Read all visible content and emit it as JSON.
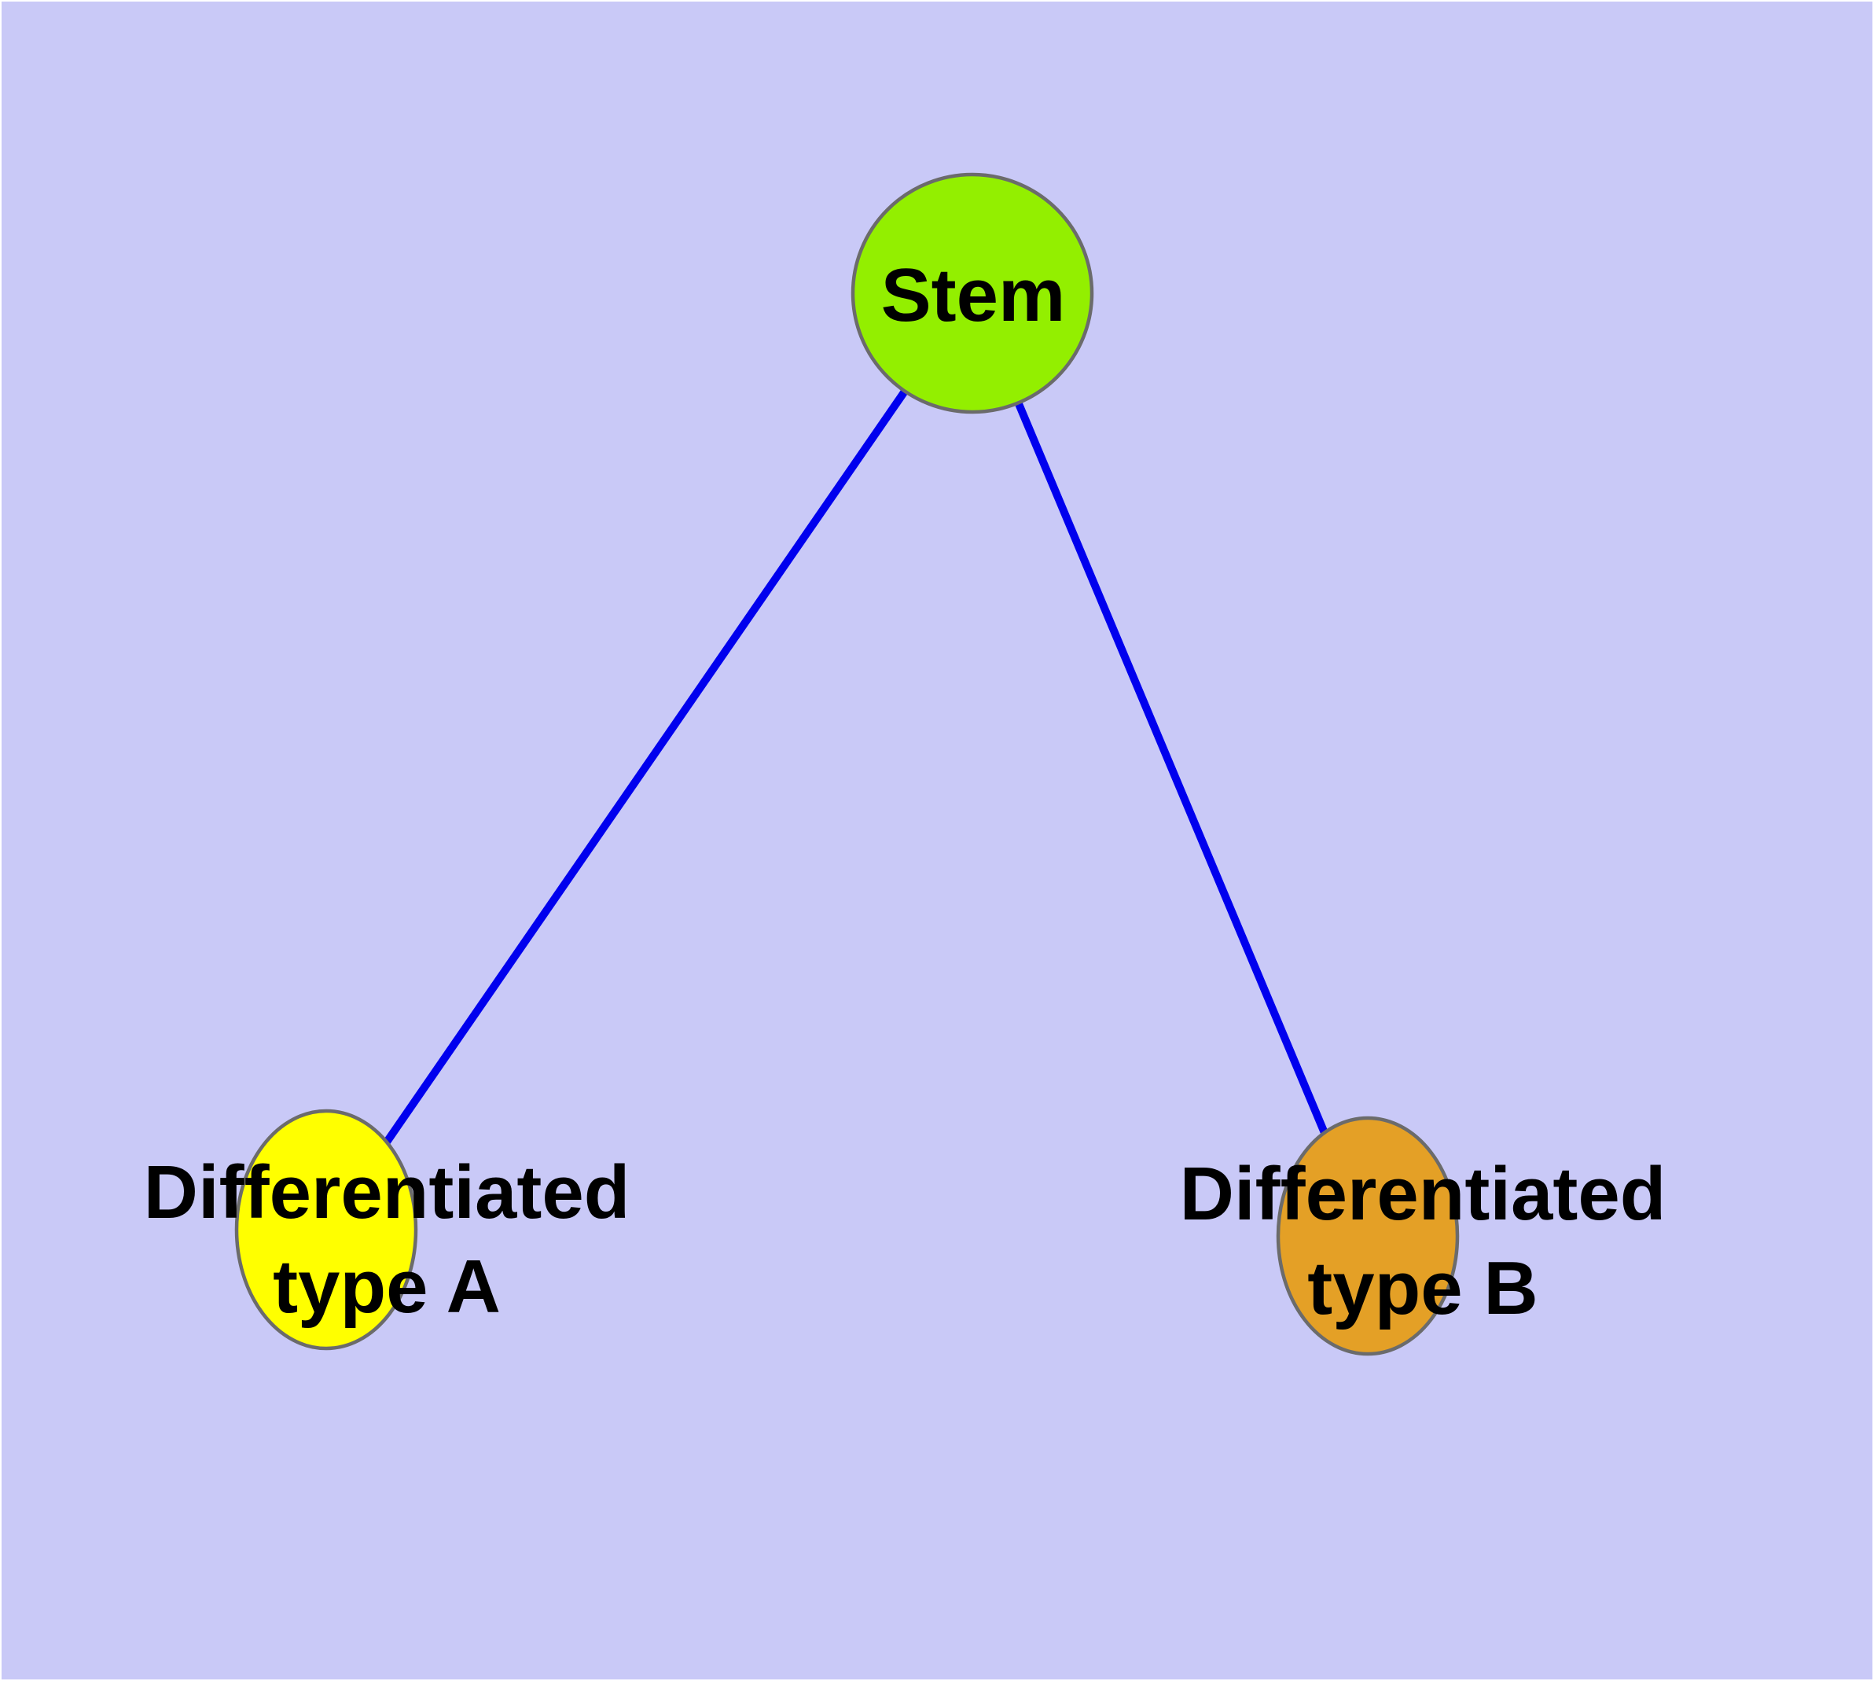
{
  "diagram": {
    "frame_color": "#ffffff",
    "background_color": "#c9c9f7",
    "edge_color": "#0000ee",
    "node_border_color": "#6b6b6b",
    "label_color": "#000000",
    "nodes": [
      {
        "id": "stem",
        "label": "Stem",
        "fill_color": "#93ef00"
      },
      {
        "id": "differentiated-type-a",
        "label_line1": "Differentiated",
        "label_line2": "type A",
        "fill_color": "#ffff00"
      },
      {
        "id": "differentiated-type-b",
        "label_line1": "Differentiated",
        "label_line2": "type B",
        "fill_color": "#e4a026"
      }
    ],
    "edges": [
      {
        "from": "stem",
        "to": "differentiated-type-a"
      },
      {
        "from": "stem",
        "to": "differentiated-type-b"
      }
    ]
  }
}
